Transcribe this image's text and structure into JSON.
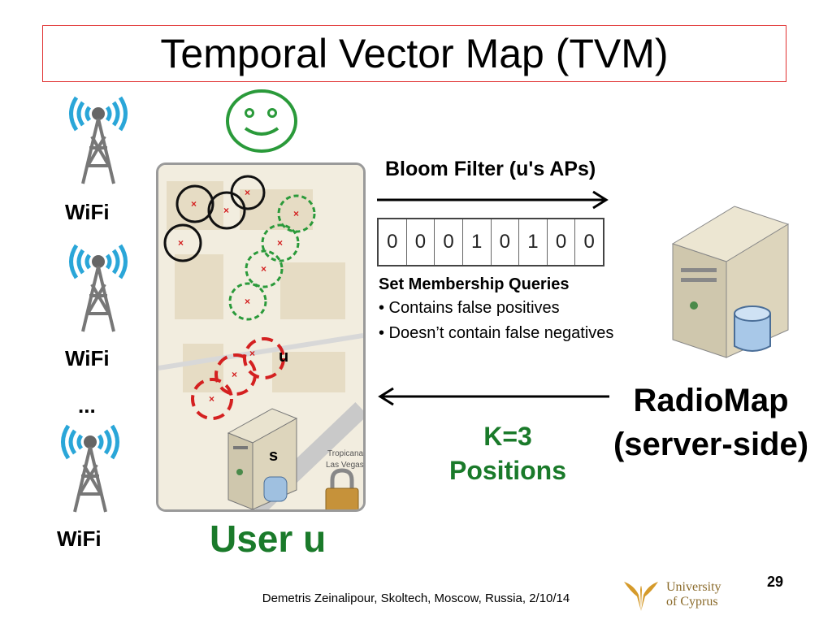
{
  "slide": {
    "title": "Temporal Vector Map (TVM)",
    "wifi_labels": [
      "WiFi",
      "WiFi",
      "...",
      "WiFi"
    ],
    "bloom_filter_label": "Bloom Filter (u's APs)",
    "bits": [
      "0",
      "0",
      "0",
      "1",
      "0",
      "1",
      "0",
      "0"
    ],
    "set_membership": {
      "title": "Set Membership Queries",
      "items": [
        "• Contains false positives",
        "• Doesn’t contain false negatives"
      ]
    },
    "radiomap": {
      "line1": "RadioMap",
      "line2": "(server-side)"
    },
    "k_positions": {
      "line1": "K=3",
      "line2": "Positions"
    },
    "user_label": "User u",
    "map_markers": {
      "user": "u",
      "server": "s"
    },
    "map_streets": [
      "Tropicana",
      "Las Vegas"
    ],
    "footer": "Demetris Zeinalipour, Skoltech, Moscow, Russia, 2/10/14",
    "page_number": "29",
    "university": {
      "line1": "University",
      "line2": "of Cyprus"
    },
    "colors": {
      "title_border": "#e03030",
      "green": "#1a7a2a",
      "black_circle": "#111111",
      "red_circle": "#d42020"
    }
  }
}
